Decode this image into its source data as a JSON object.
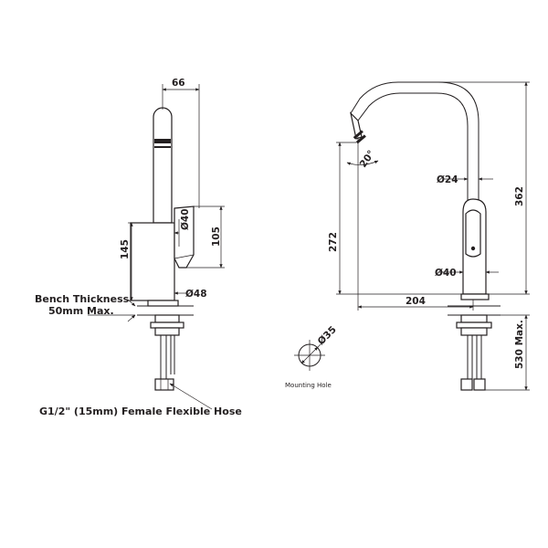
{
  "side_view": {
    "dim_top_width": "66",
    "dim_handle_dia": "Ø40",
    "dim_handle_height": "105",
    "dim_body_height": "145",
    "dim_base_dia": "Ø48",
    "bench_label_line1": "Bench Thickness",
    "bench_label_line2": "50mm Max.",
    "hose_label": "G1/2\" (15mm) Female Flexible Hose"
  },
  "front_view": {
    "dim_spout_angle": "20°",
    "dim_spout_dia": "Ø24",
    "dim_total_height": "362",
    "dim_spout_height": "272",
    "dim_body_dia": "Ø40",
    "dim_reach": "204",
    "dim_below_bench": "530 Max."
  },
  "mounting_hole": {
    "dim_hole_dia": "Ø35",
    "caption": "Mounting Hole"
  }
}
